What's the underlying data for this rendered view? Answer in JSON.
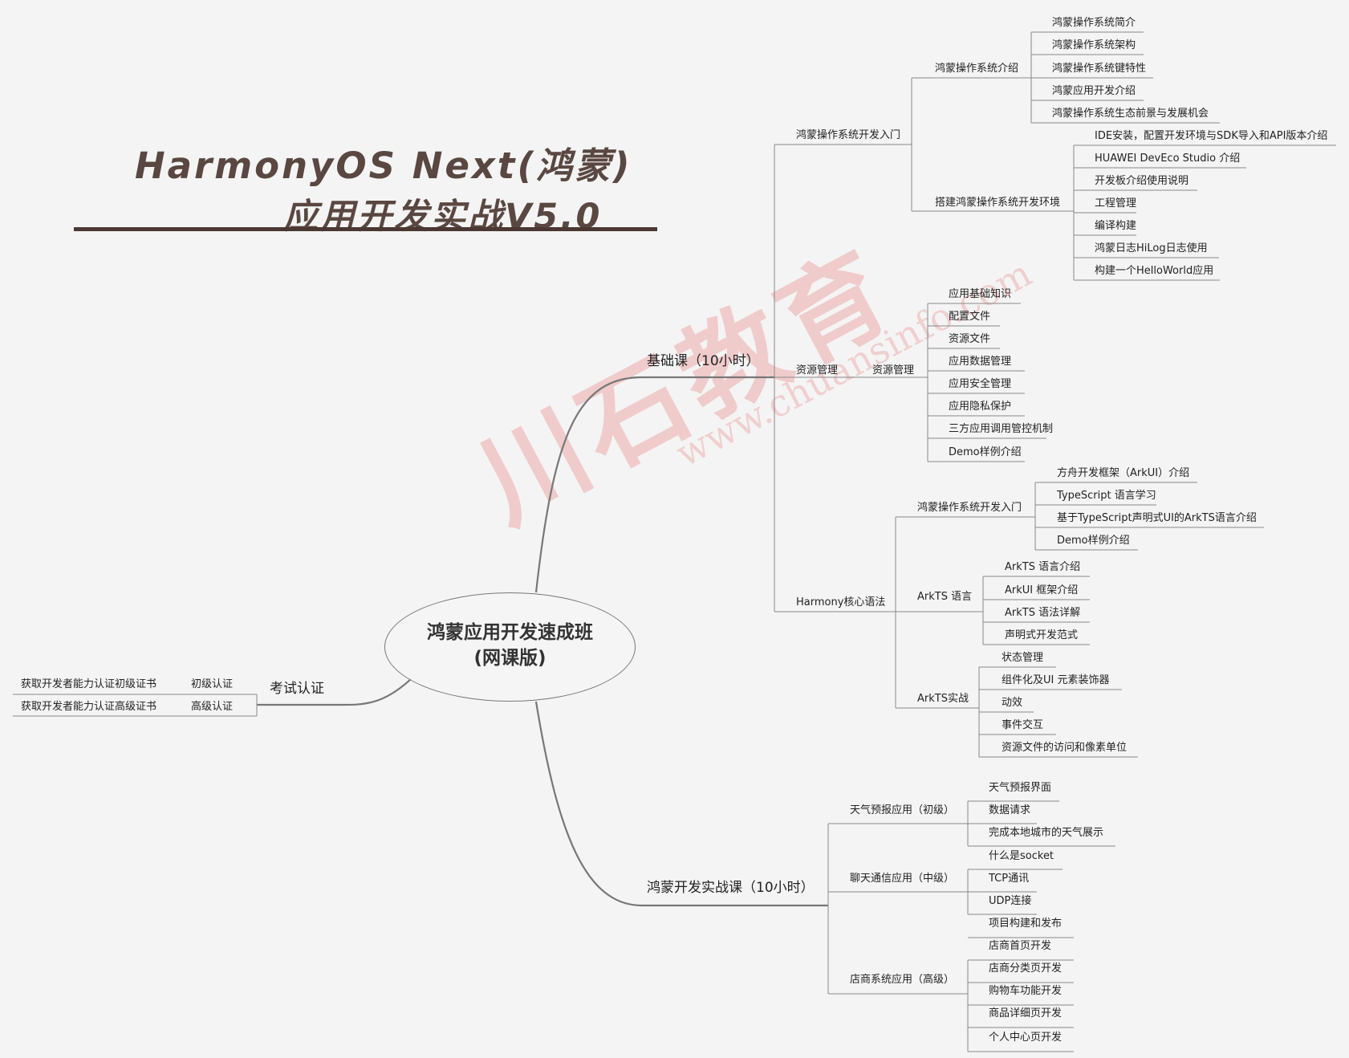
{
  "title": {
    "line1": "HarmonyOS Next(鸿蒙)",
    "line2": "应用开发实战V5.0"
  },
  "root": {
    "line1": "鸿蒙应用开发速成班",
    "line2": "(网课版)"
  },
  "watermark": {
    "main": "川石教育",
    "sub": "www.chuansinfo.com"
  },
  "exam": {
    "label": "考试认证",
    "items": [
      {
        "level": "初级认证",
        "desc": "获取开发者能力认证初级证书"
      },
      {
        "level": "高级认证",
        "desc": "获取开发者能力认证高级证书"
      }
    ]
  },
  "basic": {
    "label": "基础课（10小时）",
    "intro": {
      "label": "鸿蒙操作系统开发入门",
      "os_intro": {
        "label": "鸿蒙操作系统介绍",
        "items": [
          "鸿蒙操作系统简介",
          "鸿蒙操作系统架构",
          "鸿蒙操作系统键特性",
          "鸿蒙应用开发介绍",
          "鸿蒙操作系统生态前景与发展机会"
        ]
      },
      "env": {
        "label": "搭建鸿蒙操作系统开发环境",
        "items": [
          "IDE安装，配置开发环境与SDK导入和API版本介绍",
          "HUAWEI DevEco Studio 介绍",
          "开发板介绍使用说明",
          "工程管理",
          "编译构建",
          "鸿蒙日志HiLog日志使用",
          "构建一个HelloWorld应用"
        ]
      }
    },
    "resource": {
      "label": "资源管理",
      "sub": {
        "label": "资源管理",
        "items": [
          "应用基础知识",
          "配置文件",
          "资源文件",
          "应用数据管理",
          "应用安全管理",
          "应用隐私保护",
          "三方应用调用管控机制",
          "Demo样例介绍"
        ]
      }
    },
    "core": {
      "label": "Harmony核心语法",
      "intro": {
        "label": "鸿蒙操作系统开发入门",
        "items": [
          "方舟开发框架（ArkUI）介绍",
          "TypeScript 语言学习",
          "基于TypeScript声明式UI的ArkTS语言介绍",
          "Demo样例介绍"
        ]
      },
      "arkts": {
        "label": "ArkTS 语言",
        "items": [
          "ArkTS 语言介绍",
          "ArkUI 框架介绍",
          "ArkTS 语法详解",
          "声明式开发范式"
        ]
      },
      "practice": {
        "label": "ArkTS实战",
        "items": [
          "状态管理",
          "组件化及UI 元素装饰器",
          "动效",
          "事件交互",
          "资源文件的访问和像素单位"
        ]
      }
    }
  },
  "project": {
    "label": "鸿蒙开发实战课（10小时）",
    "weather": {
      "label": "天气预报应用（初级）",
      "items": [
        "天气预报界面",
        "数据请求",
        "完成本地城市的天气展示"
      ]
    },
    "chat": {
      "label": "聊天通信应用（中级）",
      "items": [
        "什么是socket",
        "TCP通讯",
        "UDP连接"
      ]
    },
    "shop": {
      "label": "店商系统应用（高级）",
      "items": [
        "项目构建和发布",
        "店商首页开发",
        "店商分类页开发",
        "购物车功能开发",
        "商品详细页开发",
        "个人中心页开发"
      ]
    }
  }
}
